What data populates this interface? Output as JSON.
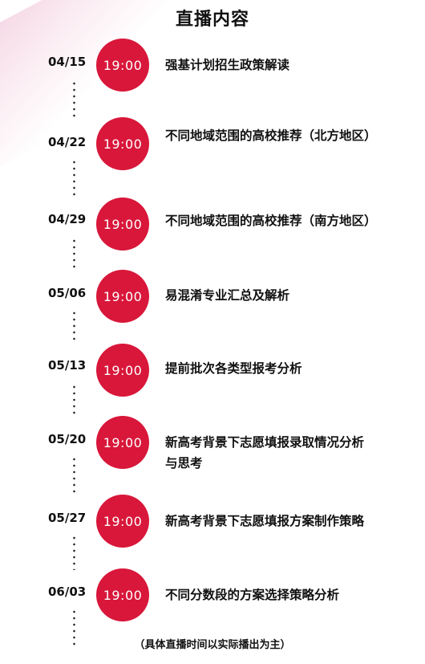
{
  "title": "直播内容",
  "sessions": [
    {
      "date": "04/15",
      "time": "19:00",
      "topic": "强基计划招生政策解读"
    },
    {
      "date": "04/22",
      "time": "19:00",
      "topic": "不同地域范围的高校推荐（北方地区）"
    },
    {
      "date": "04/29",
      "time": "19:00",
      "topic": "不同地域范围的高校推荐（南方地区）"
    },
    {
      "date": "05/06",
      "time": "19:00",
      "topic": "易混淆专业汇总及解析"
    },
    {
      "date": "05/13",
      "time": "19:00",
      "topic": "提前批次各类型报考分析"
    },
    {
      "date": "05/20",
      "time": "19:00",
      "topic": "新高考背景下志愿填报录取情况分析与思考"
    },
    {
      "date": "05/27",
      "time": "19:00",
      "topic": "新高考背景下志愿填报方案制作策略"
    },
    {
      "date": "06/03",
      "time": "19:00",
      "topic": "不同分数段的方案选择策略分析"
    }
  ],
  "footnote": "（具体直播时间以实际播出为主）",
  "colors": {
    "badge": "#d8173a",
    "decor": "#ecb4cd"
  }
}
